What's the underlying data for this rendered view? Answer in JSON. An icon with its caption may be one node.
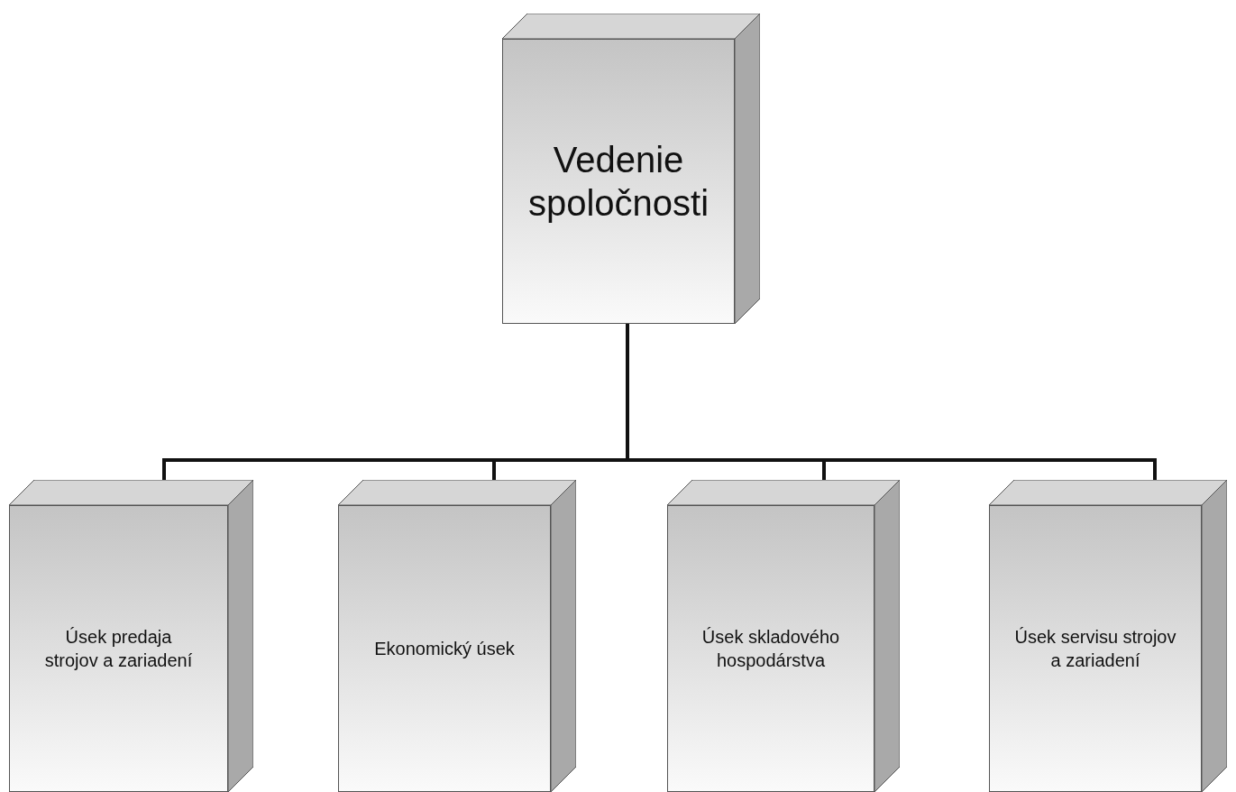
{
  "diagram": {
    "nodes": [
      {
        "text": [
          "Vedenie spoločnosti"
        ]
      },
      {
        "text": [
          "Úsek predaja strojov a zariadení"
        ]
      },
      {
        "text": [
          "Ekonomický úsek"
        ]
      },
      {
        "text": [
          "Úsek skladového hospodárstva"
        ]
      },
      {
        "text": [
          "Úsek servisu strojov a zariadení"
        ]
      }
    ],
    "edges": [
      {
        "from": 0,
        "to": 1,
        "arrow": "none"
      },
      {
        "from": 0,
        "to": 2,
        "arrow": "none"
      },
      {
        "from": 0,
        "to": 3,
        "arrow": "none"
      },
      {
        "from": 0,
        "to": 4,
        "arrow": "none"
      }
    ]
  }
}
